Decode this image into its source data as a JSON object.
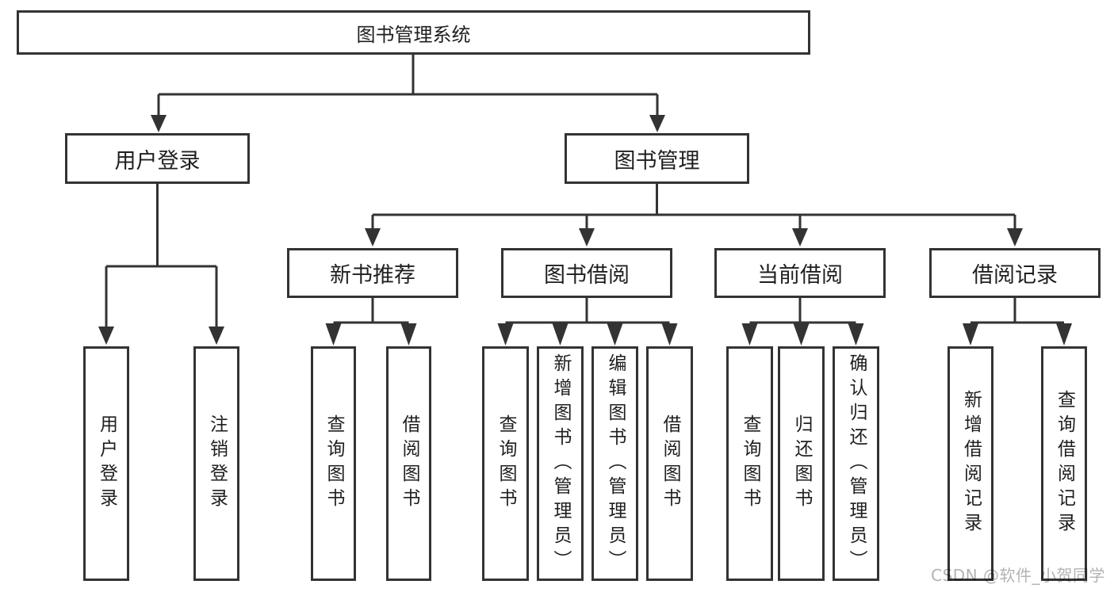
{
  "nodes": {
    "root": {
      "label": "图书管理系统"
    },
    "user_login": {
      "label": "用户登录",
      "children": [
        "用户登录",
        "注销登录"
      ]
    },
    "book_management": {
      "label": "图书管理"
    },
    "new_book_recommend": {
      "label": "新书推荐",
      "children": [
        "查询图书",
        "借阅图书"
      ]
    },
    "book_borrowing": {
      "label": "图书借阅",
      "children": [
        "查询图书",
        "新增图书（管理员）",
        "编辑图书（管理员）",
        "借阅图书"
      ]
    },
    "current_borrowing": {
      "label": "当前借阅",
      "children": [
        "查询图书",
        "归还图书",
        "确认归还（管理员）"
      ]
    },
    "borrowing_records": {
      "label": "借阅记录",
      "children": [
        "新增借阅记录",
        "查询借阅记录"
      ]
    }
  },
  "watermark": {
    "text": "CSDN @软件_小贺同学"
  },
  "colors": {
    "background": "#ffffff",
    "box_border": "#333333",
    "connector": "#333333",
    "text": "#1f1f1f",
    "watermark": "#b3b3b3"
  }
}
